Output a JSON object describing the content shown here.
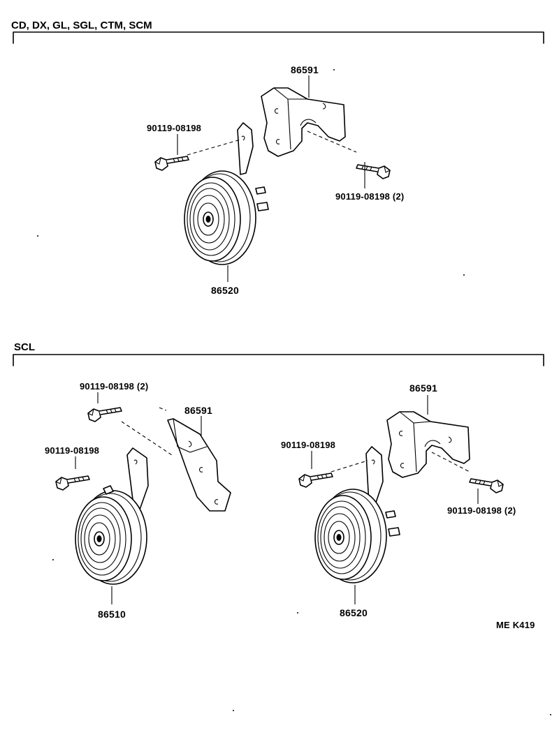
{
  "sections": [
    {
      "title": "CD, DX, GL, SGL, CTM, SCM"
    },
    {
      "title": "SCL"
    }
  ],
  "diagram1": {
    "bracket": "86591",
    "bolt_left": "90119-08198",
    "bolt_right": "90119-08198  (2)",
    "horn": "86520"
  },
  "diagram2": {
    "bolt_top": "90119-08198  (2)",
    "bracket": "86591",
    "bolt_left": "90119-08198",
    "horn": "86510"
  },
  "diagram3": {
    "bracket": "86591",
    "bolt_left": "90119-08198",
    "bolt_right": "90119-08198  (2)",
    "horn": "86520"
  },
  "figure_code": "ME  K419"
}
